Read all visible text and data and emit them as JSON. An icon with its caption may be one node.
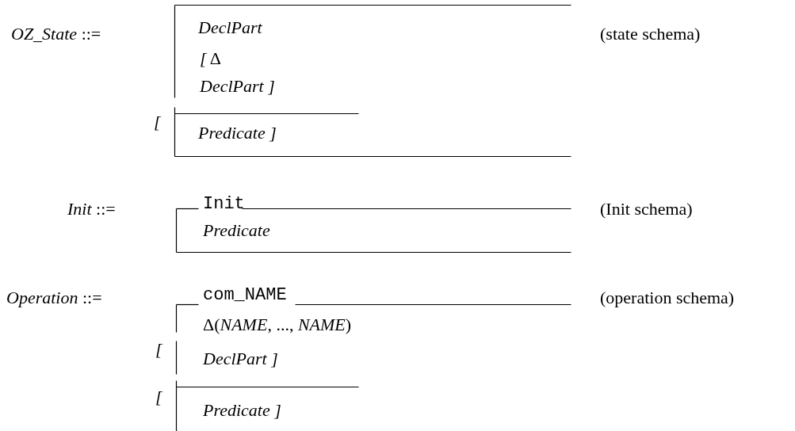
{
  "diagram": {
    "nodes": [
      {
        "text": [
          "DeclPart",
          "*[* Δ *DeclPart ]*",
          "Predicate ]"
        ],
        "beside": [
          "["
        ]
      },
      {
        "text": [
          "Init",
          "Predicate"
        ]
      },
      {
        "text": [
          "com_NAME",
          "Δ(*NAME*, ..., *NAME*)",
          "DeclPart ]",
          "Predicate ]"
        ],
        "beside": [
          "[",
          "["
        ]
      }
    ],
    "labels": [
      "*OZ_State* ::=",
      "(state schema)",
      "*Init* ::=",
      "(Init schema)",
      "*Operation* ::=",
      "(operation schema)"
    ]
  }
}
